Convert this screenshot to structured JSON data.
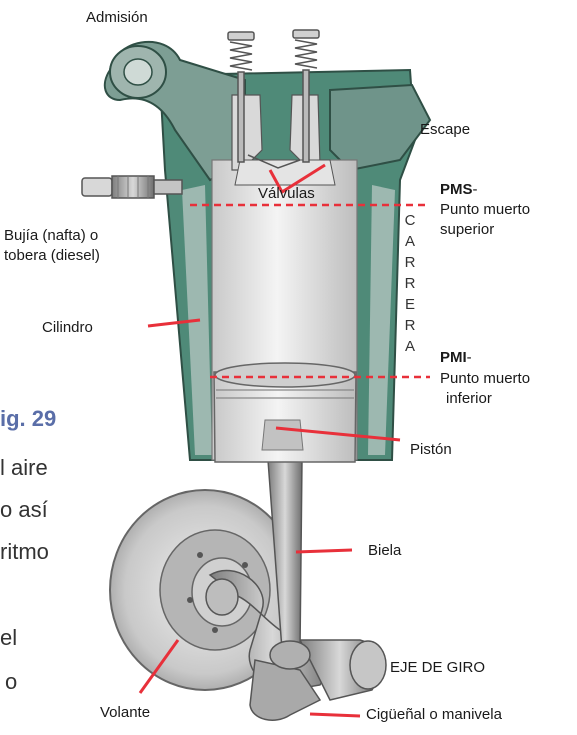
{
  "labels": {
    "admision": "Admisión",
    "escape": "Escape",
    "valvulas": "Válvulas",
    "bujia_1": "Bujía (nafta) o",
    "bujia_2": "tobera (diesel)",
    "cilindro": "Cilindro",
    "pms": "PMS",
    "pms_dash": "-",
    "pms_desc_1": "Punto muerto",
    "pms_desc_2": "superior",
    "pmi": "PMI",
    "pmi_dash": "-",
    "pmi_desc_1": "Punto muerto",
    "pmi_desc_2": "inferior",
    "carrera": [
      "C",
      "A",
      "R",
      "R",
      "E",
      "R",
      "A"
    ],
    "piston": "Pistón",
    "biela": "Biela",
    "eje": "EJE DE GIRO",
    "volante": "Volante",
    "ciguenal": "Cigüeñal o manivela"
  },
  "side_text": {
    "fig": "ig. 29",
    "line1": "l aire",
    "line2": "o así",
    "line3": "ritmo",
    "line4": "el",
    "line5": "o"
  },
  "colors": {
    "leader": "#e8303a",
    "block": "#4f8a78",
    "cylinder": "#e6e6e6",
    "metal": "#9a9a9a",
    "fig_blue": "#5a6ea8"
  }
}
